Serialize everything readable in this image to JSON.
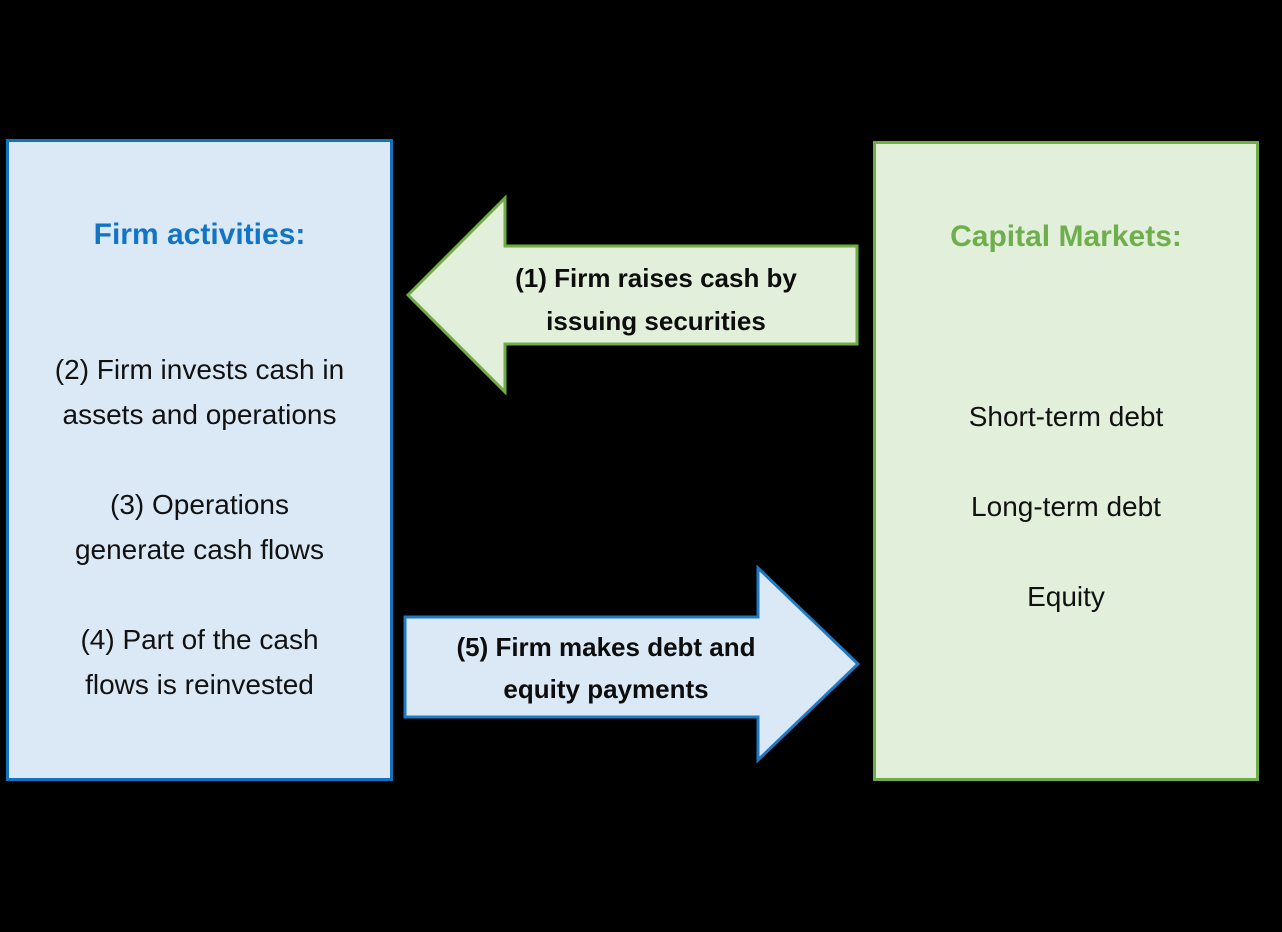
{
  "canvas": {
    "background_color": "#000000"
  },
  "firm_box": {
    "title": "Firm activities:",
    "title_color": "#1274c5",
    "fill_color": "#dbe8f6",
    "border_color": "#1173be",
    "items": [
      {
        "lines": [
          "(2) Firm invests cash in",
          "assets and operations"
        ]
      },
      {
        "lines": [
          "(3) Operations",
          "generate cash flows"
        ]
      },
      {
        "lines": [
          "(4) Part of the cash",
          "flows is reinvested"
        ]
      }
    ]
  },
  "markets_box": {
    "title": "Capital Markets:",
    "title_color": "#6fae4c",
    "fill_color": "#e2efda",
    "border_color": "#70ad47",
    "items": [
      "Short-term debt",
      "Long-term debt",
      "Equity"
    ]
  },
  "arrows": [
    {
      "direction": "left",
      "lines": [
        "(1) Firm raises cash by",
        "issuing securities"
      ],
      "fill_color": "#e2efda",
      "border_color": "#70ad47"
    },
    {
      "direction": "right",
      "lines": [
        "(5) Firm makes debt and",
        "equity payments"
      ],
      "fill_color": "#dbe8f6",
      "border_color": "#1e7ac2"
    }
  ]
}
